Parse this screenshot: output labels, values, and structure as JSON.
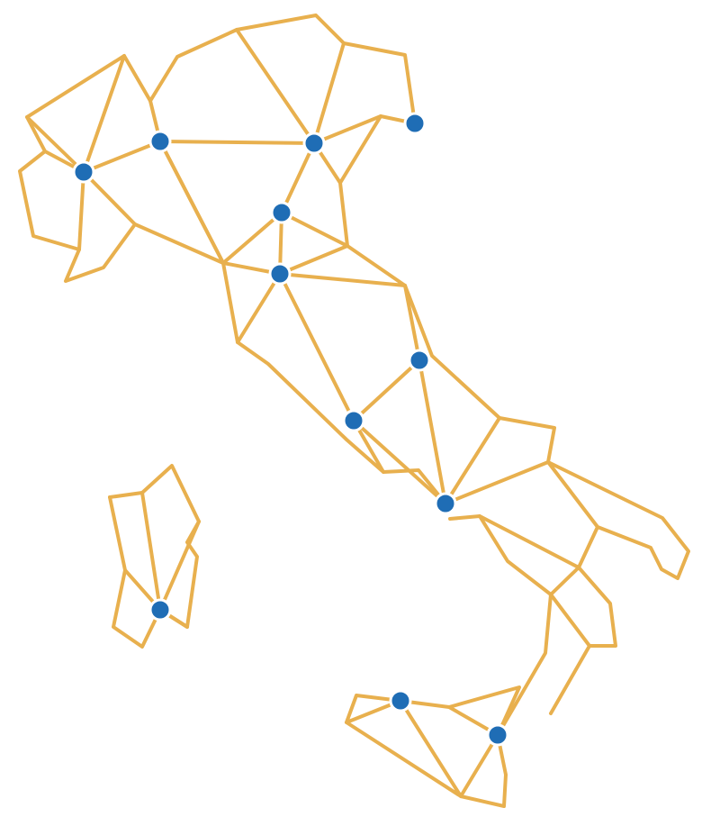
{
  "map": {
    "style": {
      "edge_color": "#e8b04e",
      "node_color": "#1f6db5",
      "node_outline": "#ffffff",
      "background": "#ffffff"
    },
    "regions": [
      "mainland-italy",
      "sardinia",
      "sicily"
    ],
    "node_count": 12
  }
}
